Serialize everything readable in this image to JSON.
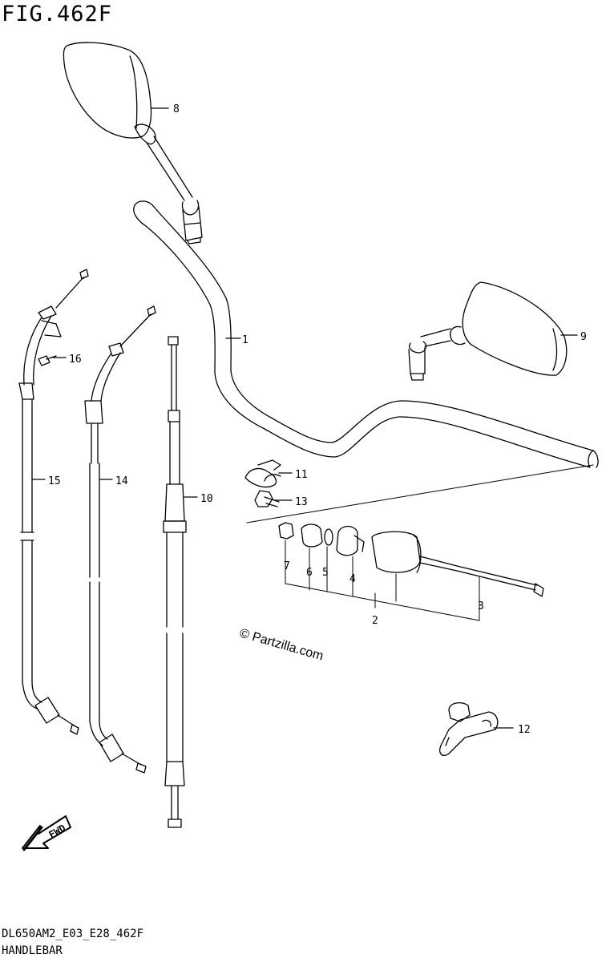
{
  "figure": {
    "title": "FIG.462F",
    "code": "DL650AM2_E03_E28_462F",
    "name": "HANDLEBAR"
  },
  "watermark": "© Partzilla.com",
  "fwd_label": "FWD",
  "callouts": {
    "p1": "1",
    "p2": "2",
    "p3": "3",
    "p4": "4",
    "p5": "5",
    "p6": "6",
    "p7": "7",
    "p8": "8",
    "p9": "9",
    "p10": "10",
    "p11": "11",
    "p12": "12",
    "p13": "13",
    "p14": "14",
    "p15": "15",
    "p16": "16"
  },
  "colors": {
    "line": "#000000",
    "background": "#ffffff"
  }
}
